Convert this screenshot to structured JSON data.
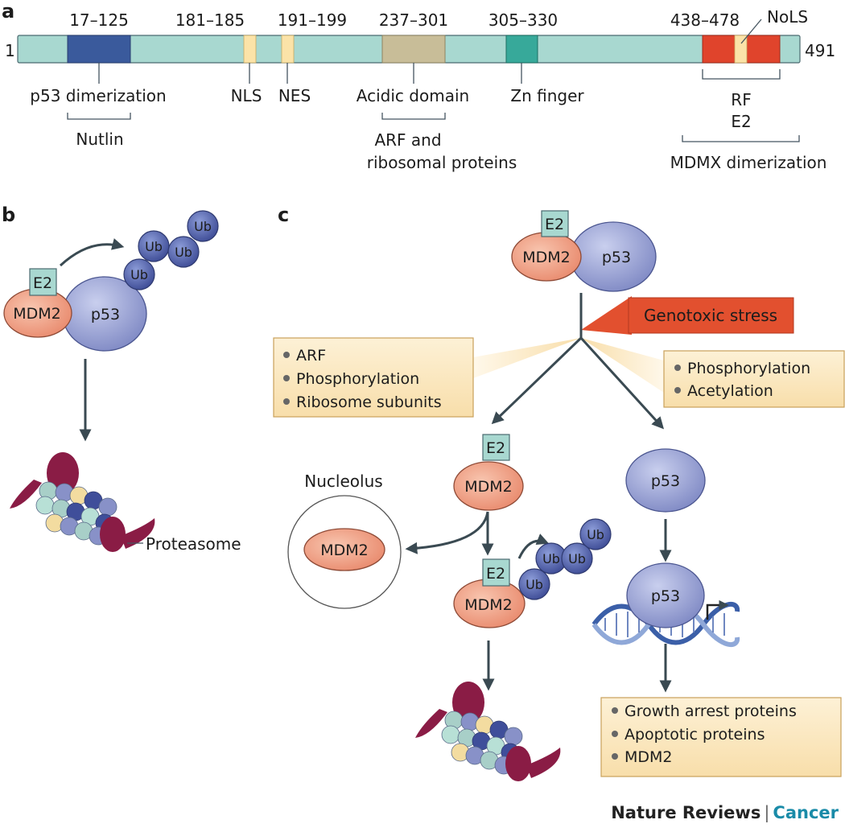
{
  "panel_labels": {
    "a": "a",
    "b": "b",
    "c": "c"
  },
  "panel_a": {
    "start": "1",
    "end": "491",
    "ranges": {
      "nutlin_region": "17–125",
      "nls": "181–185",
      "nes": "191–199",
      "acidic": "237–301",
      "zn": "305–330",
      "ring": "438–478"
    },
    "labels": {
      "nols": "NoLS",
      "p53_dimerization": "p53 dimerization",
      "nutlin": "Nutlin",
      "nls": "NLS",
      "nes": "NES",
      "acidic_domain": "Acidic domain",
      "arf_line1": "ARF and",
      "arf_line2": "ribosomal proteins",
      "zn_finger": "Zn finger",
      "rf": "RF",
      "e2": "E2",
      "mdmx": "MDMX dimerization"
    },
    "colors": {
      "bar": "#a8d8d0",
      "p53_domain": "#3a5a9c",
      "nls_nes": "#fbe3a8",
      "acidic": "#c8bd98",
      "zn": "#37a99a",
      "ring": "#e0442c"
    }
  },
  "panel_b": {
    "e2": "E2",
    "mdm2": "MDM2",
    "p53": "p53",
    "ub": "Ub",
    "proteasome": "Proteasome"
  },
  "panel_c": {
    "e2": "E2",
    "mdm2": "MDM2",
    "p53": "p53",
    "ub": "Ub",
    "genotoxic_stress": "Genotoxic stress",
    "left_box": [
      "ARF",
      "Phosphorylation",
      "Ribosome subunits"
    ],
    "right_box": [
      "Phosphorylation",
      "Acetylation"
    ],
    "nucleolus": "Nucleolus",
    "output_box": [
      "Growth arrest proteins",
      "Apoptotic proteins",
      "MDM2"
    ]
  },
  "footer": {
    "journal": "Nature Reviews",
    "separator": "|",
    "section": "Cancer"
  }
}
